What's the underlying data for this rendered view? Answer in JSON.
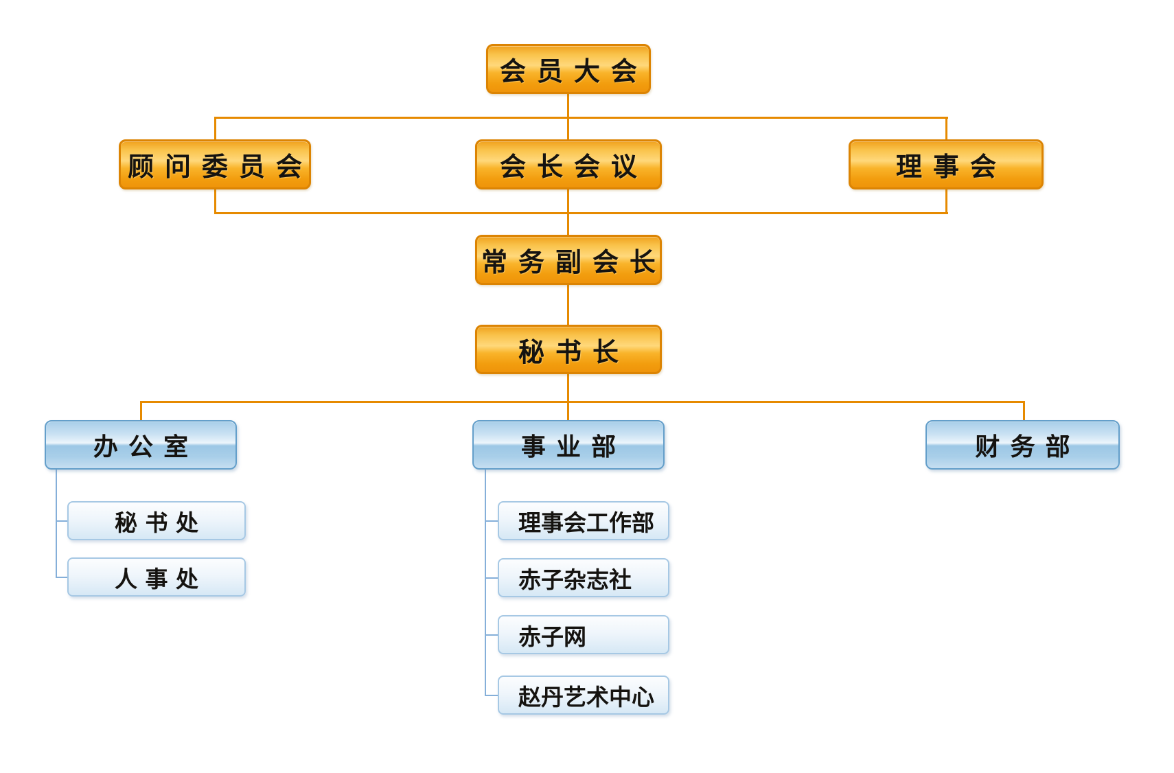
{
  "org_chart": {
    "type": "org-tree",
    "colors": {
      "orange_box_border": "#dc8403",
      "orange_box_top": "#f0a21e",
      "orange_box_highlight": "#ffd87b",
      "orange_box_bottom": "#ef940a",
      "orange_connector": "#e68a00",
      "blue_box_border": "#649fca",
      "blue_box_top": "#a8cee9",
      "blue_box_bottom": "#c6def1",
      "light_box_border": "#a6c8e4",
      "light_box_fill": "#eef5fb",
      "blue_connector": "#85afd9",
      "text_color": "#151310",
      "background": "#ffffff"
    },
    "nodes": {
      "root": {
        "label": "会员大会"
      },
      "level2": [
        {
          "label": "顾问委员会"
        },
        {
          "label": "会长会议"
        },
        {
          "label": "理事会"
        }
      ],
      "vice_president": {
        "label": "常务副会长"
      },
      "secretary_general": {
        "label": "秘书长"
      },
      "departments": [
        {
          "label": "办公室",
          "children": [
            {
              "label": "秘书处"
            },
            {
              "label": "人事处"
            }
          ]
        },
        {
          "label": "事业部",
          "children": [
            {
              "label": "理事会工作部"
            },
            {
              "label": "赤子杂志社"
            },
            {
              "label": "赤子网"
            },
            {
              "label": "赵丹艺术中心"
            }
          ]
        },
        {
          "label": "财务部",
          "children": []
        }
      ]
    }
  }
}
